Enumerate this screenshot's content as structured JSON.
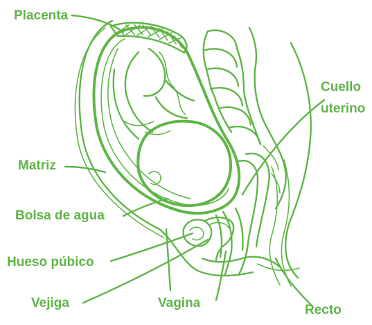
{
  "colors": {
    "ink": "#5fb547",
    "background": "#ffffff"
  },
  "labels": {
    "placenta": "Placenta",
    "cuello_line1": "Cuello",
    "cuello_line2": "uterino",
    "matriz": "Matriz",
    "bolsa": "Bolsa de agua",
    "hueso": "Hueso púbico",
    "vejiga": "Vejiga",
    "vagina": "Vagina",
    "recto": "Recto"
  }
}
